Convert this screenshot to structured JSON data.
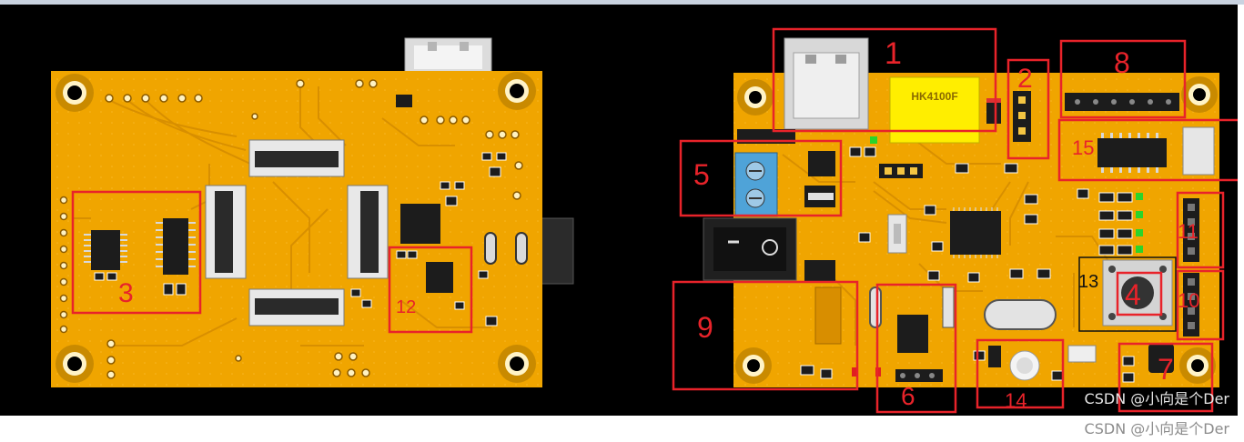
{
  "image": {
    "background": "#000000",
    "pcb_color": "#f0a500",
    "callout_color": "#e8232a"
  },
  "chip_marking": "HK4100F",
  "callouts": {
    "c1": "1",
    "c2": "2",
    "c3": "3",
    "c4": "4",
    "c5": "5",
    "c6": "6",
    "c7": "7",
    "c8": "8",
    "c9": "9",
    "c10": "10",
    "c11": "11",
    "c12": "12",
    "c13": "13",
    "c14": "14",
    "c15": "15"
  },
  "watermark": "CSDN @小向是个Der"
}
